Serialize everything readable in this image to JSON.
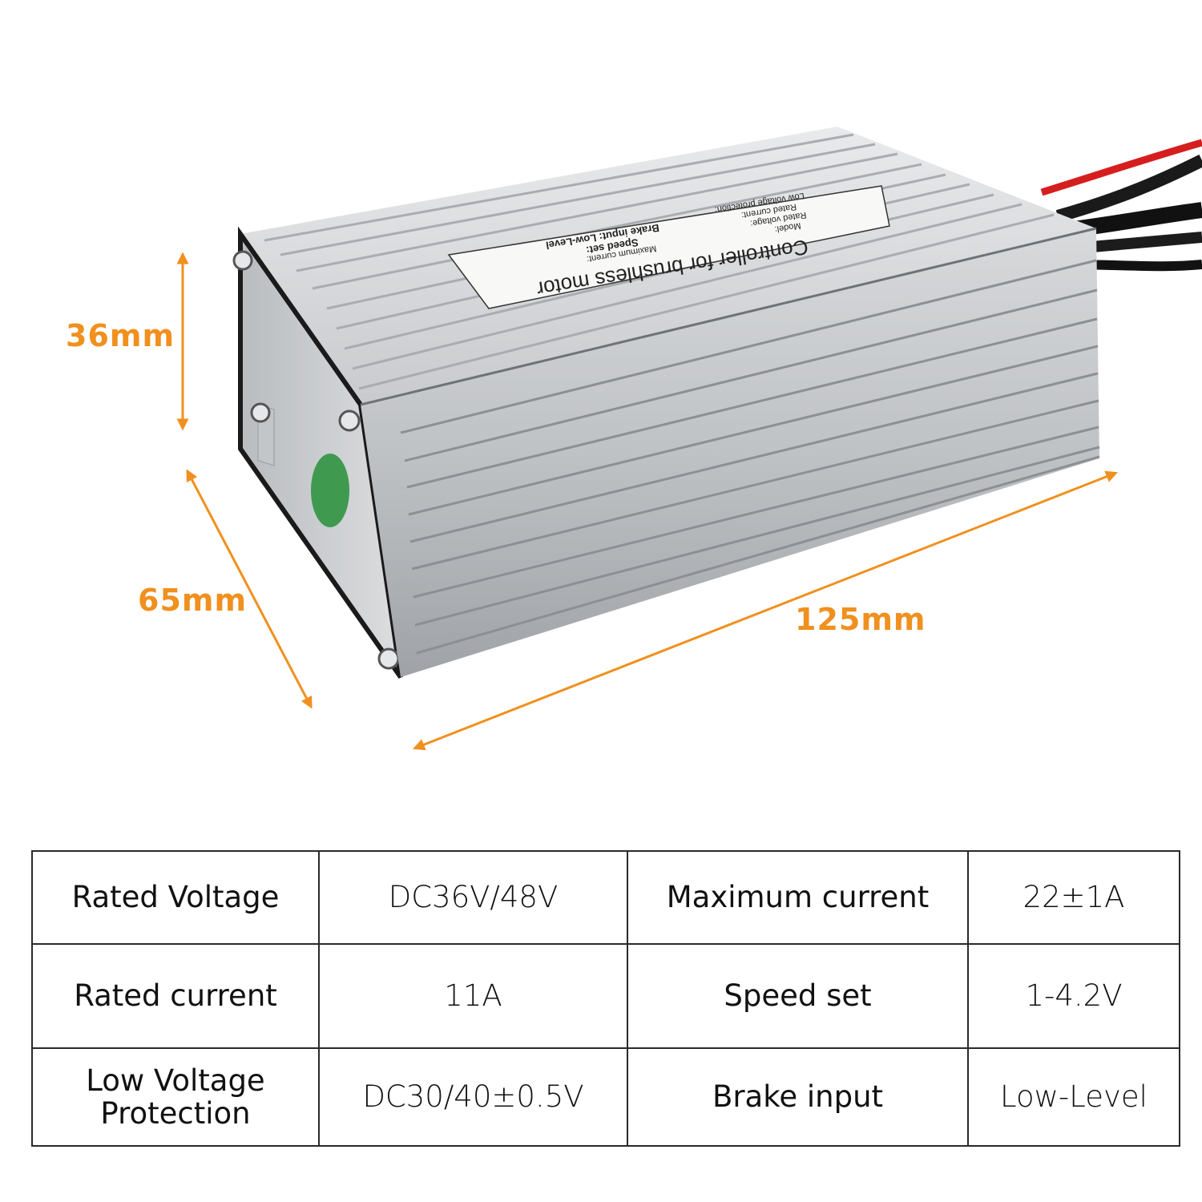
{
  "product": {
    "label_lines": [
      "Controller for brushless motor",
      "Model:",
      "Rated voltage:",
      "Rated current:",
      "Low voltage protection:",
      "Maximum current:",
      "Speed set:",
      "Brake input: Low-Level"
    ]
  },
  "dimensions": {
    "height": "36mm",
    "width": "65mm",
    "length": "125mm",
    "accent_color": "#f0901e"
  },
  "specs": {
    "rows": [
      {
        "label_1": "Rated Voltage",
        "value_1": "DC36V/48V",
        "label_2": "Maximum current",
        "value_2": "22±1A"
      },
      {
        "label_1": "Rated current",
        "value_1": "11A",
        "label_2": "Speed set",
        "value_2": "1-4.2V"
      },
      {
        "label_1": "Low Voltage Protection",
        "value_1": "DC30/40±0.5V",
        "label_2": "Brake input",
        "value_2": "Low-Level"
      }
    ]
  }
}
